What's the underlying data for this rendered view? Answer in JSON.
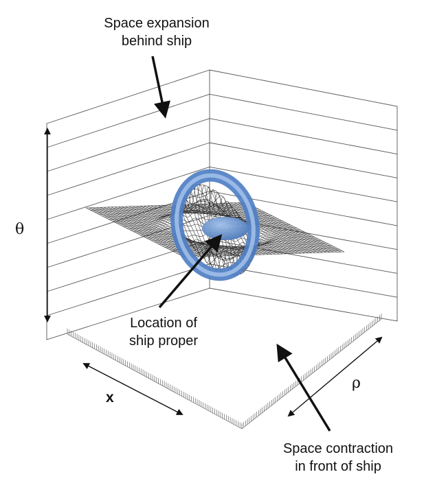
{
  "annotations": {
    "expansion": "Space expansion\nbehind ship",
    "location": "Location of\nship proper",
    "contraction": "Space contraction\nin front of ship"
  },
  "axes": {
    "theta": "θ",
    "x": "x",
    "rho": "ρ"
  },
  "colors": {
    "wire": "#2a2a2a",
    "grid": "#555555",
    "ring": "#5b87c7",
    "ring_light": "#9fc0ea",
    "text": "#111111"
  }
}
